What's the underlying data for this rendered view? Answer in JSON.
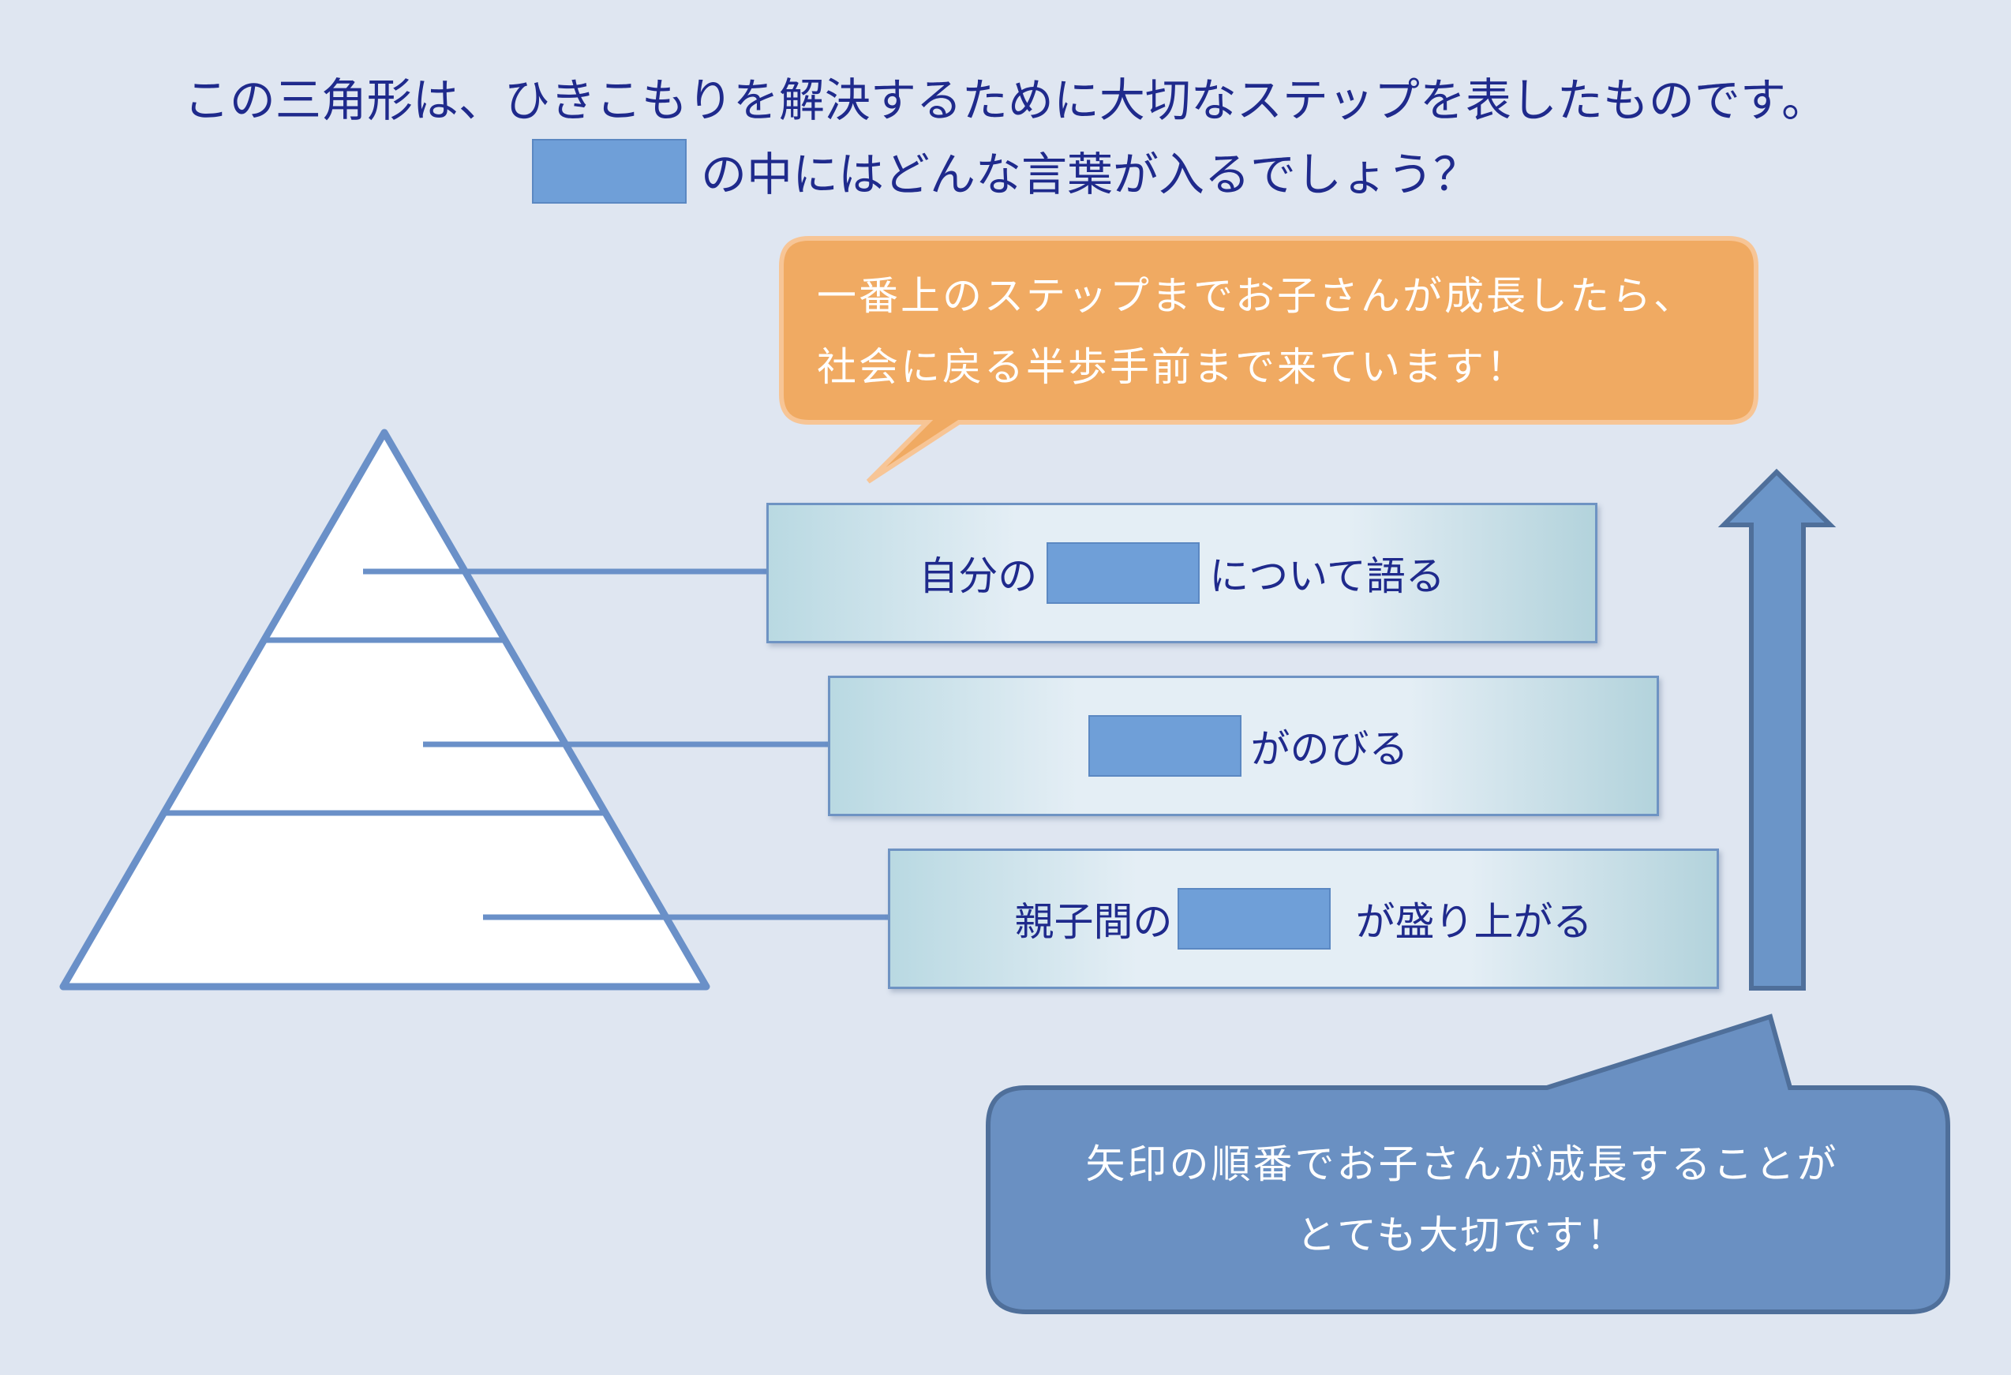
{
  "question": {
    "line1": "この三角形は、ひきこもりを解決するために大切なステップを表したものです。",
    "line2": "の中にはどんな言葉が入るでしょう？"
  },
  "top_callout": {
    "line1": "一番上のステップまでお子さんが成長したら、",
    "line2": "社会に戻る半歩手前まで来ています！"
  },
  "steps": [
    {
      "prefix": "自分の",
      "suffix": "について語る"
    },
    {
      "prefix": "",
      "suffix": "がのびる"
    },
    {
      "prefix": "親子間の",
      "suffix": "が盛り上がる"
    }
  ],
  "bottom_callout": {
    "line1": "矢印の順番でお子さんが成長することが",
    "line2": "とても大切です！"
  },
  "colors": {
    "background": "#dfe6f1",
    "text": "#1f2a8c",
    "blank_fill": "#6f9fd8",
    "orange_bubble": "#f0aa62",
    "blue_bubble": "#6a90c2",
    "pyramid_stroke": "#6a90c8",
    "arrow_fill": "#6b95c8"
  }
}
